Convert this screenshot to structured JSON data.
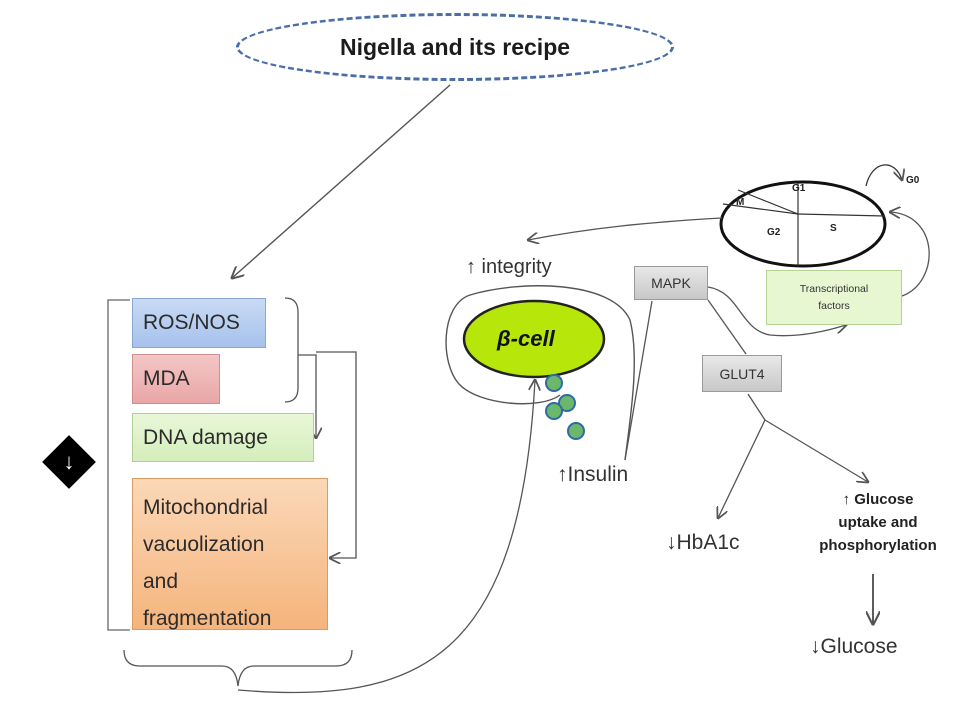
{
  "title": "Nigella and its recipe",
  "left_panel": {
    "badge_symbol": "↓",
    "boxes": {
      "ros": "ROS/NOS",
      "mda": "MDA",
      "dna": "DNA damage",
      "mito": [
        "Mitochondrial",
        "vacuolization",
        "and",
        "fragmentation"
      ]
    }
  },
  "beta_cell": {
    "integrity": "↑ integrity",
    "cell_label": "β-cell",
    "insulin": "↑Insulin"
  },
  "cell_cycle": {
    "phases": {
      "m": "M",
      "g1": "G1",
      "g2": "G2",
      "s": "S"
    },
    "g0": "G0"
  },
  "signaling": {
    "mapk": "MAPK",
    "glut4": "GLUT4",
    "transcription": [
      "Transcriptional",
      "factors"
    ]
  },
  "outcomes": {
    "hba1c": "↓HbA1c",
    "glucose_uptake": [
      "↑ Glucose",
      "uptake and",
      "phosphorylation"
    ],
    "glucose": "↓Glucose"
  },
  "colors": {
    "ros_fill": "#a6c2ec",
    "mda_fill": "#e9a6a6",
    "dna_fill": "#d4eebc",
    "mito_fill": "#f5b47c",
    "beta_cell_fill": "#b7e60a",
    "granule_fill": "#6bb86b",
    "title_border": "#4a6ea8"
  }
}
